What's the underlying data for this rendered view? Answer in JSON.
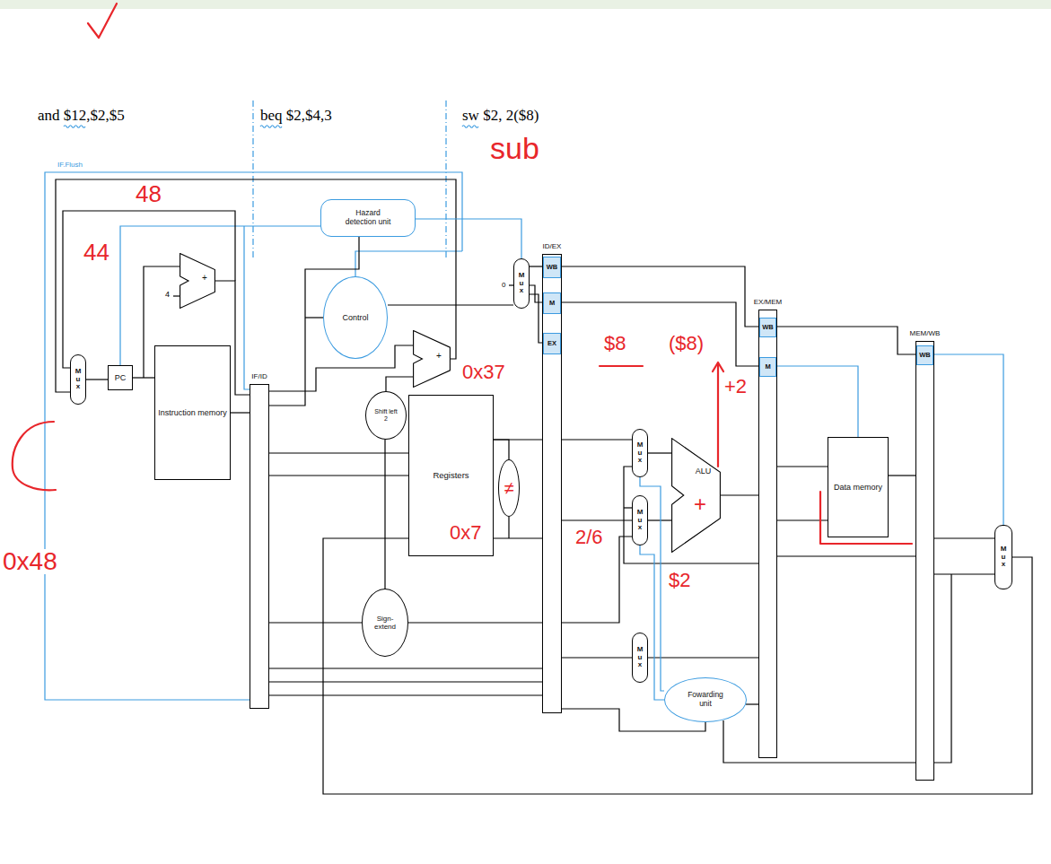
{
  "diagram": {
    "nodes": [
      {
        "text": [
          "Hazard detection unit"
        ]
      },
      {
        "text": [
          "Control"
        ]
      },
      {
        "text": [
          "M u x"
        ]
      },
      {
        "text": [
          "ID/EX"
        ]
      },
      {
        "text": [
          "WB"
        ],
        "in": 3
      },
      {
        "text": [
          "M"
        ],
        "in": 3
      },
      {
        "text": [
          "EX"
        ],
        "in": 3
      },
      {
        "text": [
          "EX/MEM"
        ]
      },
      {
        "text": [
          "WB"
        ],
        "in": 7
      },
      {
        "text": [
          "M"
        ],
        "in": 7
      },
      {
        "text": [
          "MEM/WB"
        ]
      },
      {
        "text": [
          "WB"
        ],
        "in": 10
      },
      {
        "text": [
          "+"
        ]
      },
      {
        "text": [
          "M u x"
        ]
      },
      {
        "text": [
          "PC"
        ]
      },
      {
        "text": [
          "Instruction memory"
        ]
      },
      {
        "text": [
          "IF/ID"
        ]
      },
      {
        "text": [
          "Shift left 2"
        ]
      },
      {
        "text": [
          "+"
        ]
      },
      {
        "text": [
          "Registers"
        ]
      },
      {
        "text": [
          "≠"
        ]
      },
      {
        "text": [
          "Sign-extend"
        ]
      },
      {
        "text": [
          "M u x"
        ]
      },
      {
        "text": [
          "M u x"
        ]
      },
      {
        "text": [
          "ALU"
        ]
      },
      {
        "text": [
          "Data memory"
        ]
      },
      {
        "text": [
          "M u x"
        ]
      },
      {
        "text": [
          "M u x"
        ]
      },
      {
        "text": [
          "Fowarding unit"
        ]
      }
    ],
    "edges": [
      {
        "from": 13,
        "to": 14,
        "arrow": "none"
      },
      {
        "from": 14,
        "to": 15,
        "arrow": "none"
      },
      {
        "from": 15,
        "to": 16,
        "arrow": "none"
      },
      {
        "from": 12,
        "to": 16,
        "arrow": "none"
      },
      {
        "from": 16,
        "to": 19,
        "arrow": "none"
      },
      {
        "from": 16,
        "to": 19,
        "arrow": "none"
      },
      {
        "from": 16,
        "to": 21,
        "arrow": "none"
      },
      {
        "from": 19,
        "to": 3,
        "arrow": "none"
      },
      {
        "from": 19,
        "to": 3,
        "arrow": "none"
      },
      {
        "from": 21,
        "to": 3,
        "arrow": "none"
      },
      {
        "from": 1,
        "to": 2,
        "arrow": "none"
      },
      {
        "from": 0,
        "to": 2,
        "arrow": "none"
      },
      {
        "from": 2,
        "to": 4,
        "arrow": "none"
      },
      {
        "from": 2,
        "to": 5,
        "arrow": "none"
      },
      {
        "from": 2,
        "to": 6,
        "arrow": "none"
      },
      {
        "from": 4,
        "to": 8,
        "arrow": "none"
      },
      {
        "from": 5,
        "to": 9,
        "arrow": "none"
      },
      {
        "from": 8,
        "to": 11,
        "arrow": "none"
      },
      {
        "from": 3,
        "to": 22,
        "arrow": "none"
      },
      {
        "from": 3,
        "to": 23,
        "arrow": "none"
      },
      {
        "from": 3,
        "to": 26,
        "arrow": "none"
      },
      {
        "from": 22,
        "to": 24,
        "arrow": "none"
      },
      {
        "from": 23,
        "to": 24,
        "arrow": "none"
      },
      {
        "from": 24,
        "to": 7,
        "arrow": "none"
      },
      {
        "from": 26,
        "to": 7,
        "arrow": "none"
      },
      {
        "from": 7,
        "to": 25,
        "arrow": "none"
      },
      {
        "from": 25,
        "to": 10,
        "arrow": "none"
      },
      {
        "from": 10,
        "to": 27,
        "arrow": "none"
      },
      {
        "from": 27,
        "to": 19,
        "arrow": "none"
      },
      {
        "from": 28,
        "to": 22,
        "arrow": "none"
      },
      {
        "from": 28,
        "to": 23,
        "arrow": "none"
      },
      {
        "from": 19,
        "to": 20,
        "arrow": "none"
      },
      {
        "from": 17,
        "to": 18,
        "arrow": "none"
      }
    ],
    "labels": [
      "and $12,$2,$5",
      "beq $2,$4,3",
      "sw $2, 2($8)",
      "sub",
      "IF.Flush",
      "0",
      "4",
      "48",
      "44",
      "0x48",
      "0x37",
      "0x7",
      "$8",
      "($8)",
      "+2",
      "2/6",
      "$2",
      "+"
    ]
  }
}
